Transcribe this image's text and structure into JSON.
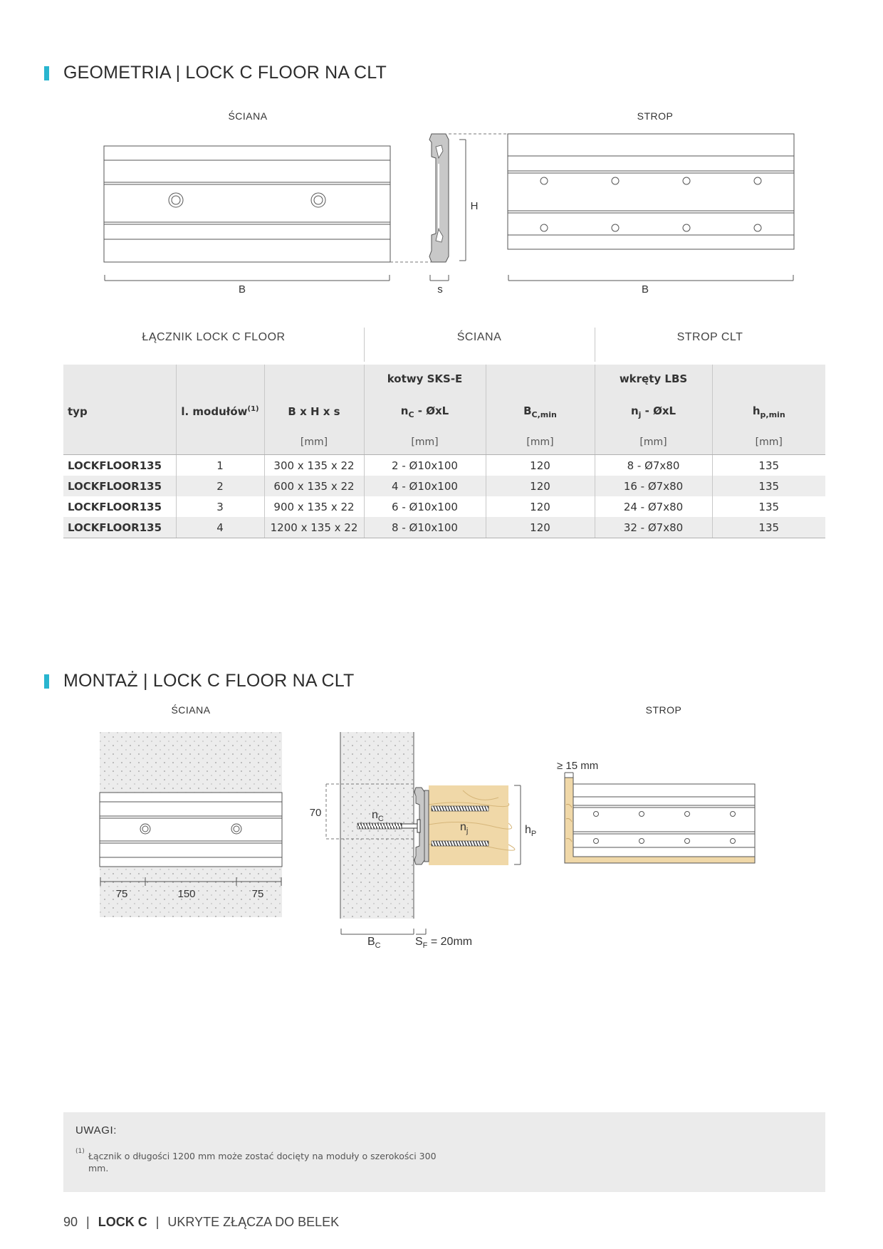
{
  "section1": {
    "title": "GEOMETRIA | LOCK C FLOOR NA CLT"
  },
  "geometry": {
    "wall_label": "ŚCIANA",
    "floor_label": "STROP",
    "dim_b": "B",
    "dim_s": "s",
    "dim_h": "H"
  },
  "table": {
    "group_connector": "ŁĄCZNIK LOCK C FLOOR",
    "group_wall": "ŚCIANA",
    "group_floor": "STROP CLT",
    "sub_anchors": "kotwy SKS-E",
    "sub_screws": "wkręty LBS",
    "col_type": "typ",
    "col_modules": "l. modułów",
    "col_modules_sup": "(1)",
    "col_bhs": "B x H x s",
    "col_nc_base": "n",
    "col_nc_sub": "C",
    "col_nc_rest": " - ØxL",
    "col_bc_base": "B",
    "col_bc_sub": "C,min",
    "col_nj_base": "n",
    "col_nj_sub": "j",
    "col_nj_rest": " - ØxL",
    "col_hp_base": "h",
    "col_hp_sub": "p,min",
    "unit": "[mm]",
    "rows": [
      [
        "LOCKFLOOR135",
        "1",
        "300 x 135 x 22",
        "2 - Ø10x100",
        "120",
        "8 - Ø7x80",
        "135"
      ],
      [
        "LOCKFLOOR135",
        "2",
        "600 x 135 x 22",
        "4 - Ø10x100",
        "120",
        "16 - Ø7x80",
        "135"
      ],
      [
        "LOCKFLOOR135",
        "3",
        "900 x 135 x 22",
        "6 - Ø10x100",
        "120",
        "24 - Ø7x80",
        "135"
      ],
      [
        "LOCKFLOOR135",
        "4",
        "1200 x 135 x 22",
        "8 - Ø10x100",
        "120",
        "32 - Ø7x80",
        "135"
      ]
    ]
  },
  "section2": {
    "title": "MONTAŻ | LOCK C FLOOR NA CLT"
  },
  "mounting": {
    "wall_label": "ŚCIANA",
    "floor_label": "STROP",
    "spacing_1": "75",
    "spacing_2": "150",
    "spacing_3": "75",
    "dim_70": "70",
    "nc_base": "n",
    "nc_sub": "C",
    "nj_base": "n",
    "nj_sub": "j",
    "hp_base": "h",
    "hp_sub": "P",
    "bc_base": "B",
    "bc_sub": "C",
    "sf_base": "S",
    "sf_sub": "F",
    "sf_value": " = 20mm",
    "min_gap": "≥ 15 mm"
  },
  "notes": {
    "title": "UWAGI:",
    "sup": "(1)",
    "text": "Łącznik o długości 1200 mm może zostać docięty na moduły o szerokości 300 mm."
  },
  "footer": {
    "page": "90",
    "sep": "|",
    "brand": "LOCK C",
    "section": "UKRYTE ZŁĄCZA  DO BELEK"
  },
  "colors": {
    "accent": "#29b5cf",
    "wood": "#f0d8a8",
    "concrete": "#e8e8e8"
  }
}
